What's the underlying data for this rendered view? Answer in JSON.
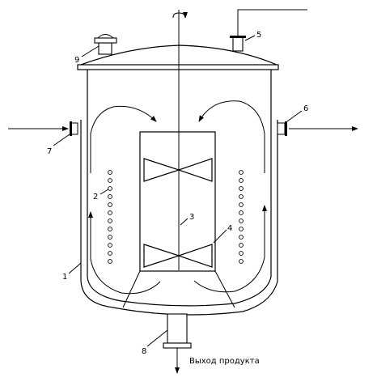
{
  "labels": {
    "jacket": "1",
    "coil": "2",
    "shaft": "3",
    "draft_tube": "4",
    "inlet_top": "5",
    "jacket_outlet": "6",
    "jacket_inlet": "7",
    "outlet_bottom": "8",
    "hatch": "9"
  },
  "outlet_caption": "Выход продукта"
}
